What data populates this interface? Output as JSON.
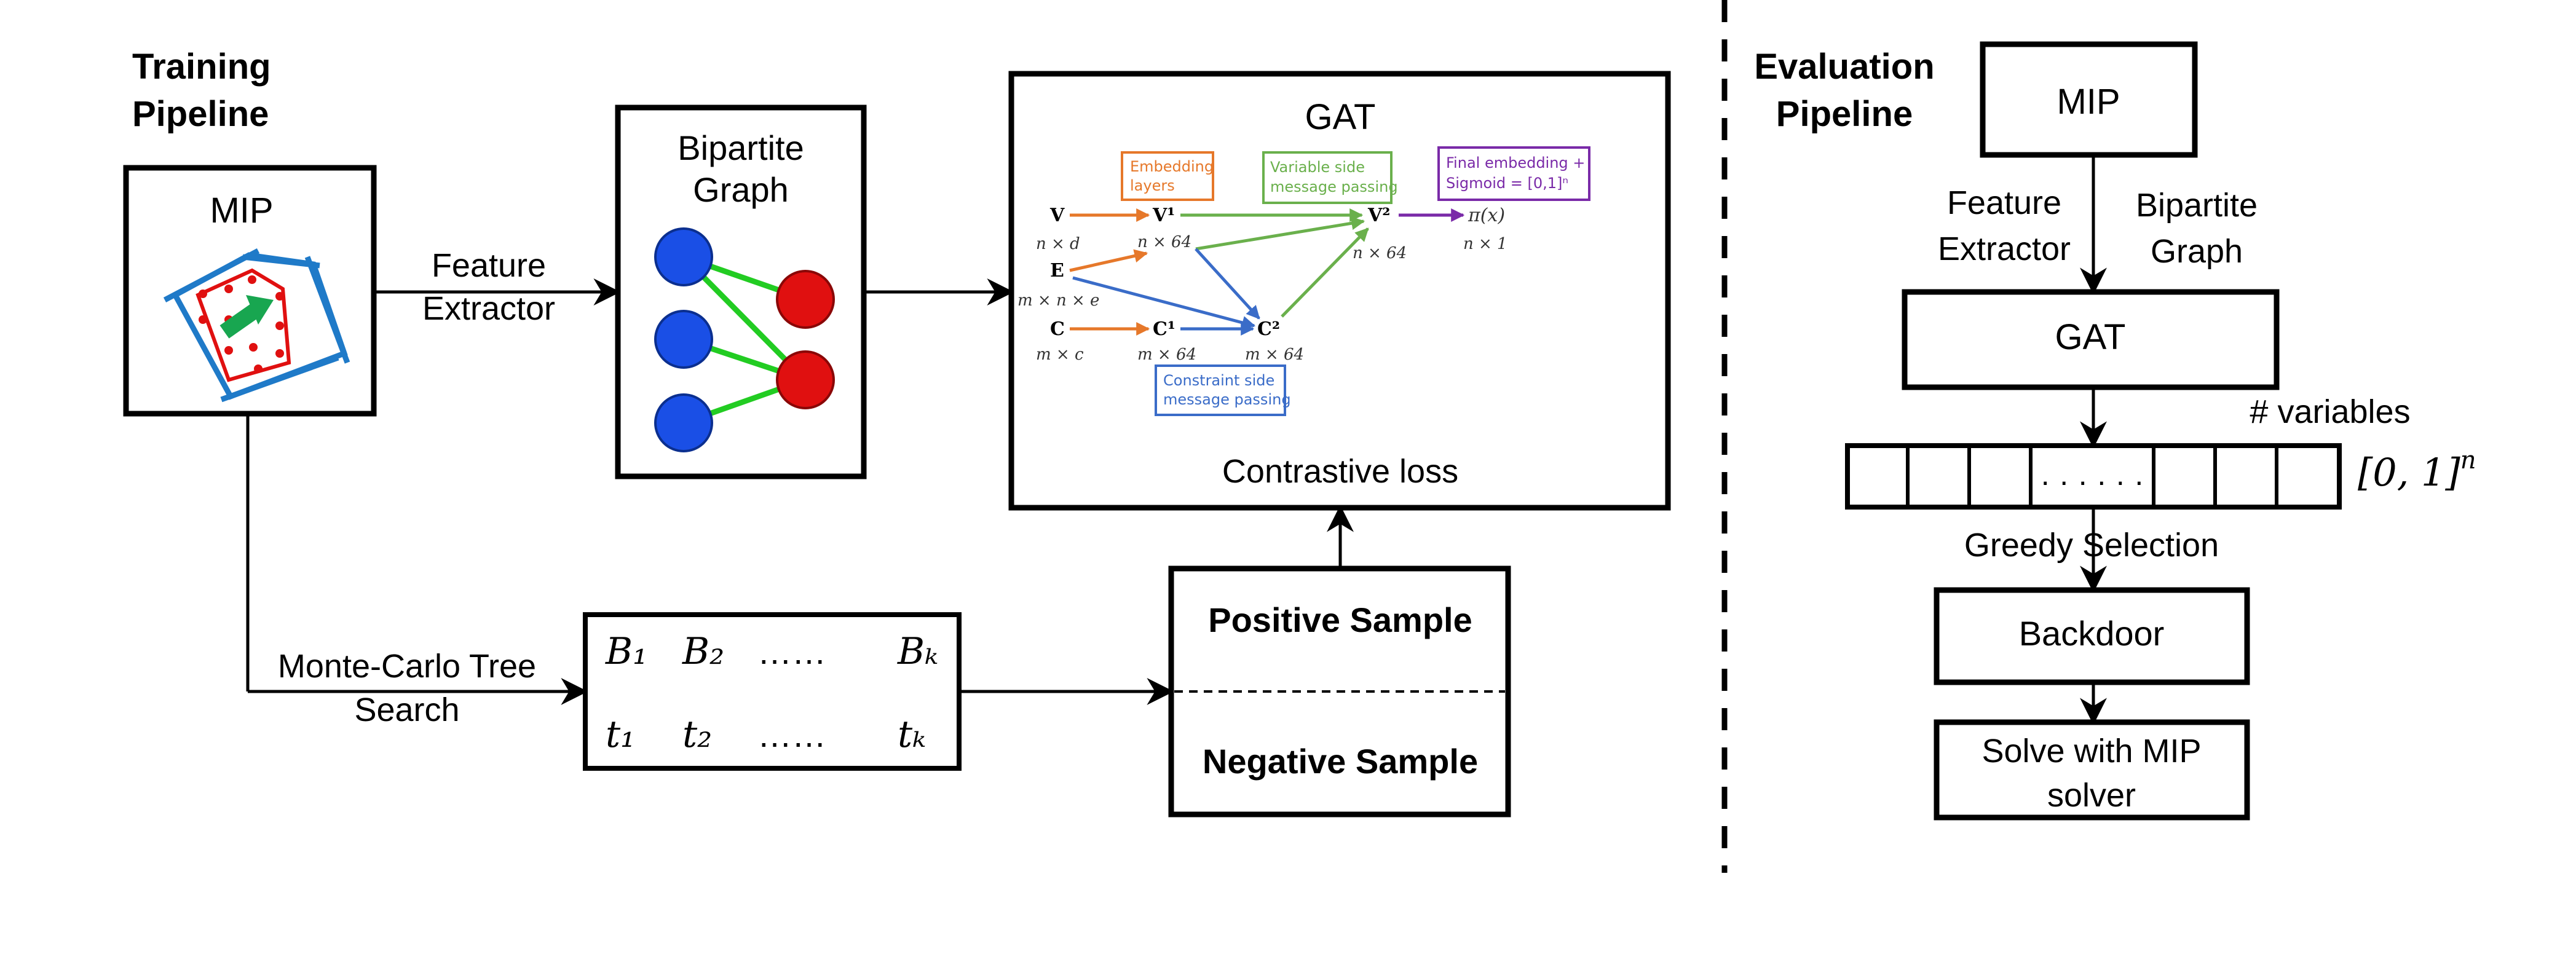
{
  "training": {
    "title_line1": "Training",
    "title_line2": "Pipeline"
  },
  "evaluation": {
    "title_line1": "Evaluation",
    "title_line2": "Pipeline"
  },
  "mip_left": {
    "label": "MIP"
  },
  "feature_extractor": {
    "line1": "Feature",
    "line2": "Extractor"
  },
  "bipartite": {
    "line1": "Bipartite",
    "line2": "Graph"
  },
  "gat": {
    "title": "GAT",
    "footer": "Contrastive loss",
    "callouts": {
      "embedding": [
        "Embedding",
        "layers"
      ],
      "variable_side": [
        "Variable side",
        "message passing"
      ],
      "final_embedding": [
        "Final embedding +",
        "Sigmoid = [0,1]ⁿ"
      ],
      "constraint_side": [
        "Constraint side",
        "message passing"
      ]
    },
    "nodes": {
      "V": "V",
      "E": "E",
      "C": "C",
      "V1": "V¹",
      "C1": "C¹",
      "V2": "V²",
      "C2": "C²",
      "pi": "π(x)"
    },
    "dims": {
      "nxd": "n × d",
      "mxnxe": "m × n × e",
      "mxc": "m × c",
      "nx64_a": "n × 64",
      "mx64_a": "m × 64",
      "mx64_b": "m × 64",
      "nx64_b": "n × 64",
      "nx1": "n × 1"
    }
  },
  "mcts": {
    "line1": "Monte-Carlo Tree",
    "line2": "Search"
  },
  "samples_table": {
    "row1": [
      "B₁",
      "B₂",
      "……",
      "Bₖ"
    ],
    "row2": [
      "t₁",
      "t₂",
      "……",
      "tₖ"
    ]
  },
  "samples": {
    "positive": "Positive Sample",
    "negative": "Negative Sample",
    "positive_color": "#2e9b2e",
    "negative_color": "#c0282d"
  },
  "eval": {
    "mip": "MIP",
    "feature_extractor": [
      "Feature",
      "Extractor"
    ],
    "bipartite": [
      "Bipartite",
      "Graph"
    ],
    "gat": "GAT",
    "num_variables": "# variables",
    "dots": "· · · · · ·",
    "range": "[0, 1]",
    "range_sup": "n",
    "greedy": "Greedy Selection",
    "backdoor": "Backdoor",
    "solve": [
      "Solve with MIP",
      "solver"
    ]
  },
  "colors": {
    "blue_node": "#1a4fe6",
    "red_node": "#e01010",
    "edge_green": "#22cc22",
    "orange": "#e6782a",
    "green": "#6ab04c",
    "purple": "#7a2aa8",
    "blue": "#3a6cc8"
  }
}
